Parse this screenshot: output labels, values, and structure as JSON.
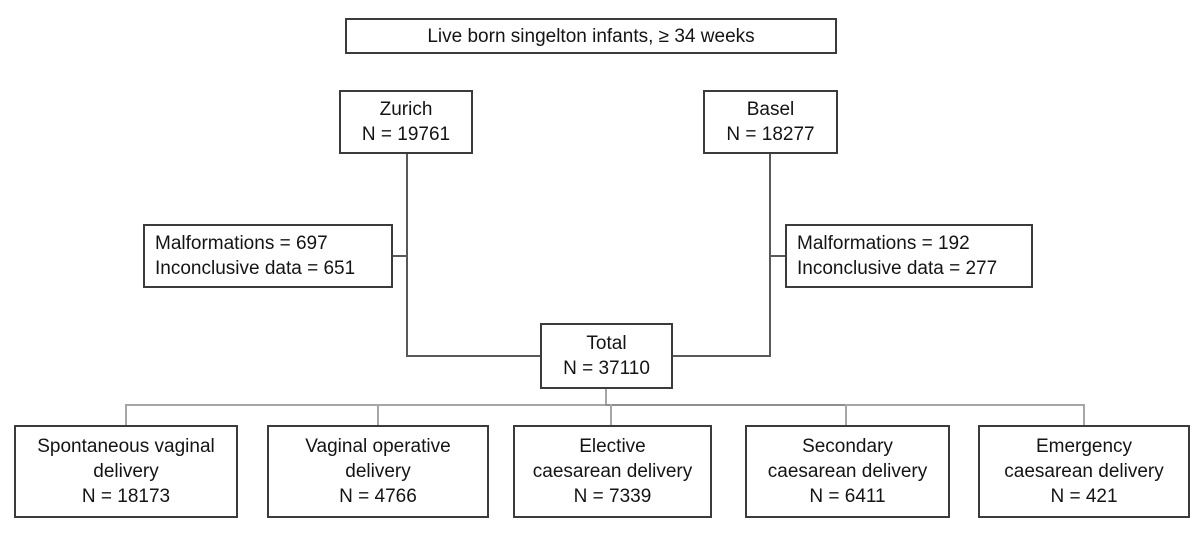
{
  "flowchart": {
    "root": {
      "label": "Live born singelton infants, ≥ 34 weeks"
    },
    "cohorts": [
      {
        "label": "Zurich",
        "n": "N = 19761"
      },
      {
        "label": "Basel",
        "n": "N = 18277"
      }
    ],
    "exclusions": [
      {
        "malformations": "Malformations = 697",
        "inconclusive_data": "Inconclusive data = 651"
      },
      {
        "malformations": "Malformations = 192",
        "inconclusive_data": "Inconclusive data = 277"
      }
    ],
    "total": {
      "label": "Total",
      "n": "N = 37110"
    },
    "outcomes": [
      {
        "label": "Spontaneous vaginal\ndelivery",
        "n": "N = 18173"
      },
      {
        "label": "Vaginal operative\ndelivery",
        "n": "N = 4766"
      },
      {
        "label": "Elective\ncaesarean delivery",
        "n": "N = 7339"
      },
      {
        "label": "Secondary\ncaesarean delivery",
        "n": "N = 6411"
      },
      {
        "label": "Emergency\ncaesarean delivery",
        "n": "N = 421"
      }
    ]
  },
  "colors": {
    "background": "#ffffff",
    "box_border": "#3b3b3b",
    "text": "#141414",
    "connector_dark": "#595959",
    "connector_light": "#a6a6a6"
  }
}
